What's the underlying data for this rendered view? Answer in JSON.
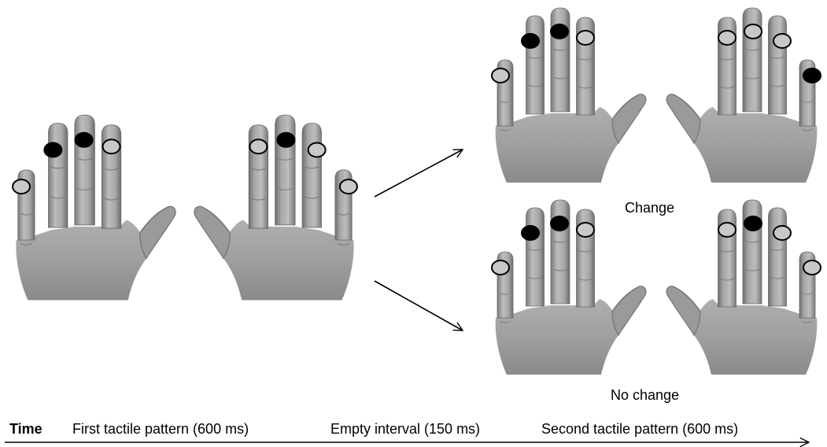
{
  "labels": {
    "change": "Change",
    "no_change": "No change"
  },
  "timeline": {
    "time": "Time",
    "first": "First tactile pattern (600 ms)",
    "interval": "Empty interval (150 ms)",
    "second": "Second tactile pattern (600 ms)"
  },
  "colors": {
    "skin_light": "#c2c2c2",
    "skin_mid": "#a2a2a2",
    "skin_dark": "#7c7c7c",
    "skin_shadow": "#606060",
    "nail": "#dcdcdc",
    "stim_active": "#000000",
    "stim_inactive": "#c8c8c8",
    "stroke": "#000000"
  },
  "patterns": {
    "first": {
      "left_hand": [
        "inactive",
        "active",
        "active",
        "inactive"
      ],
      "right_hand": [
        "inactive",
        "inactive",
        "active",
        "inactive"
      ]
    },
    "change": {
      "left_hand": [
        "inactive",
        "active",
        "active",
        "inactive"
      ],
      "right_hand": [
        "active",
        "inactive",
        "inactive",
        "inactive"
      ]
    },
    "no_change": {
      "left_hand": [
        "inactive",
        "active",
        "active",
        "inactive"
      ],
      "right_hand": [
        "inactive",
        "inactive",
        "active",
        "inactive"
      ]
    }
  }
}
